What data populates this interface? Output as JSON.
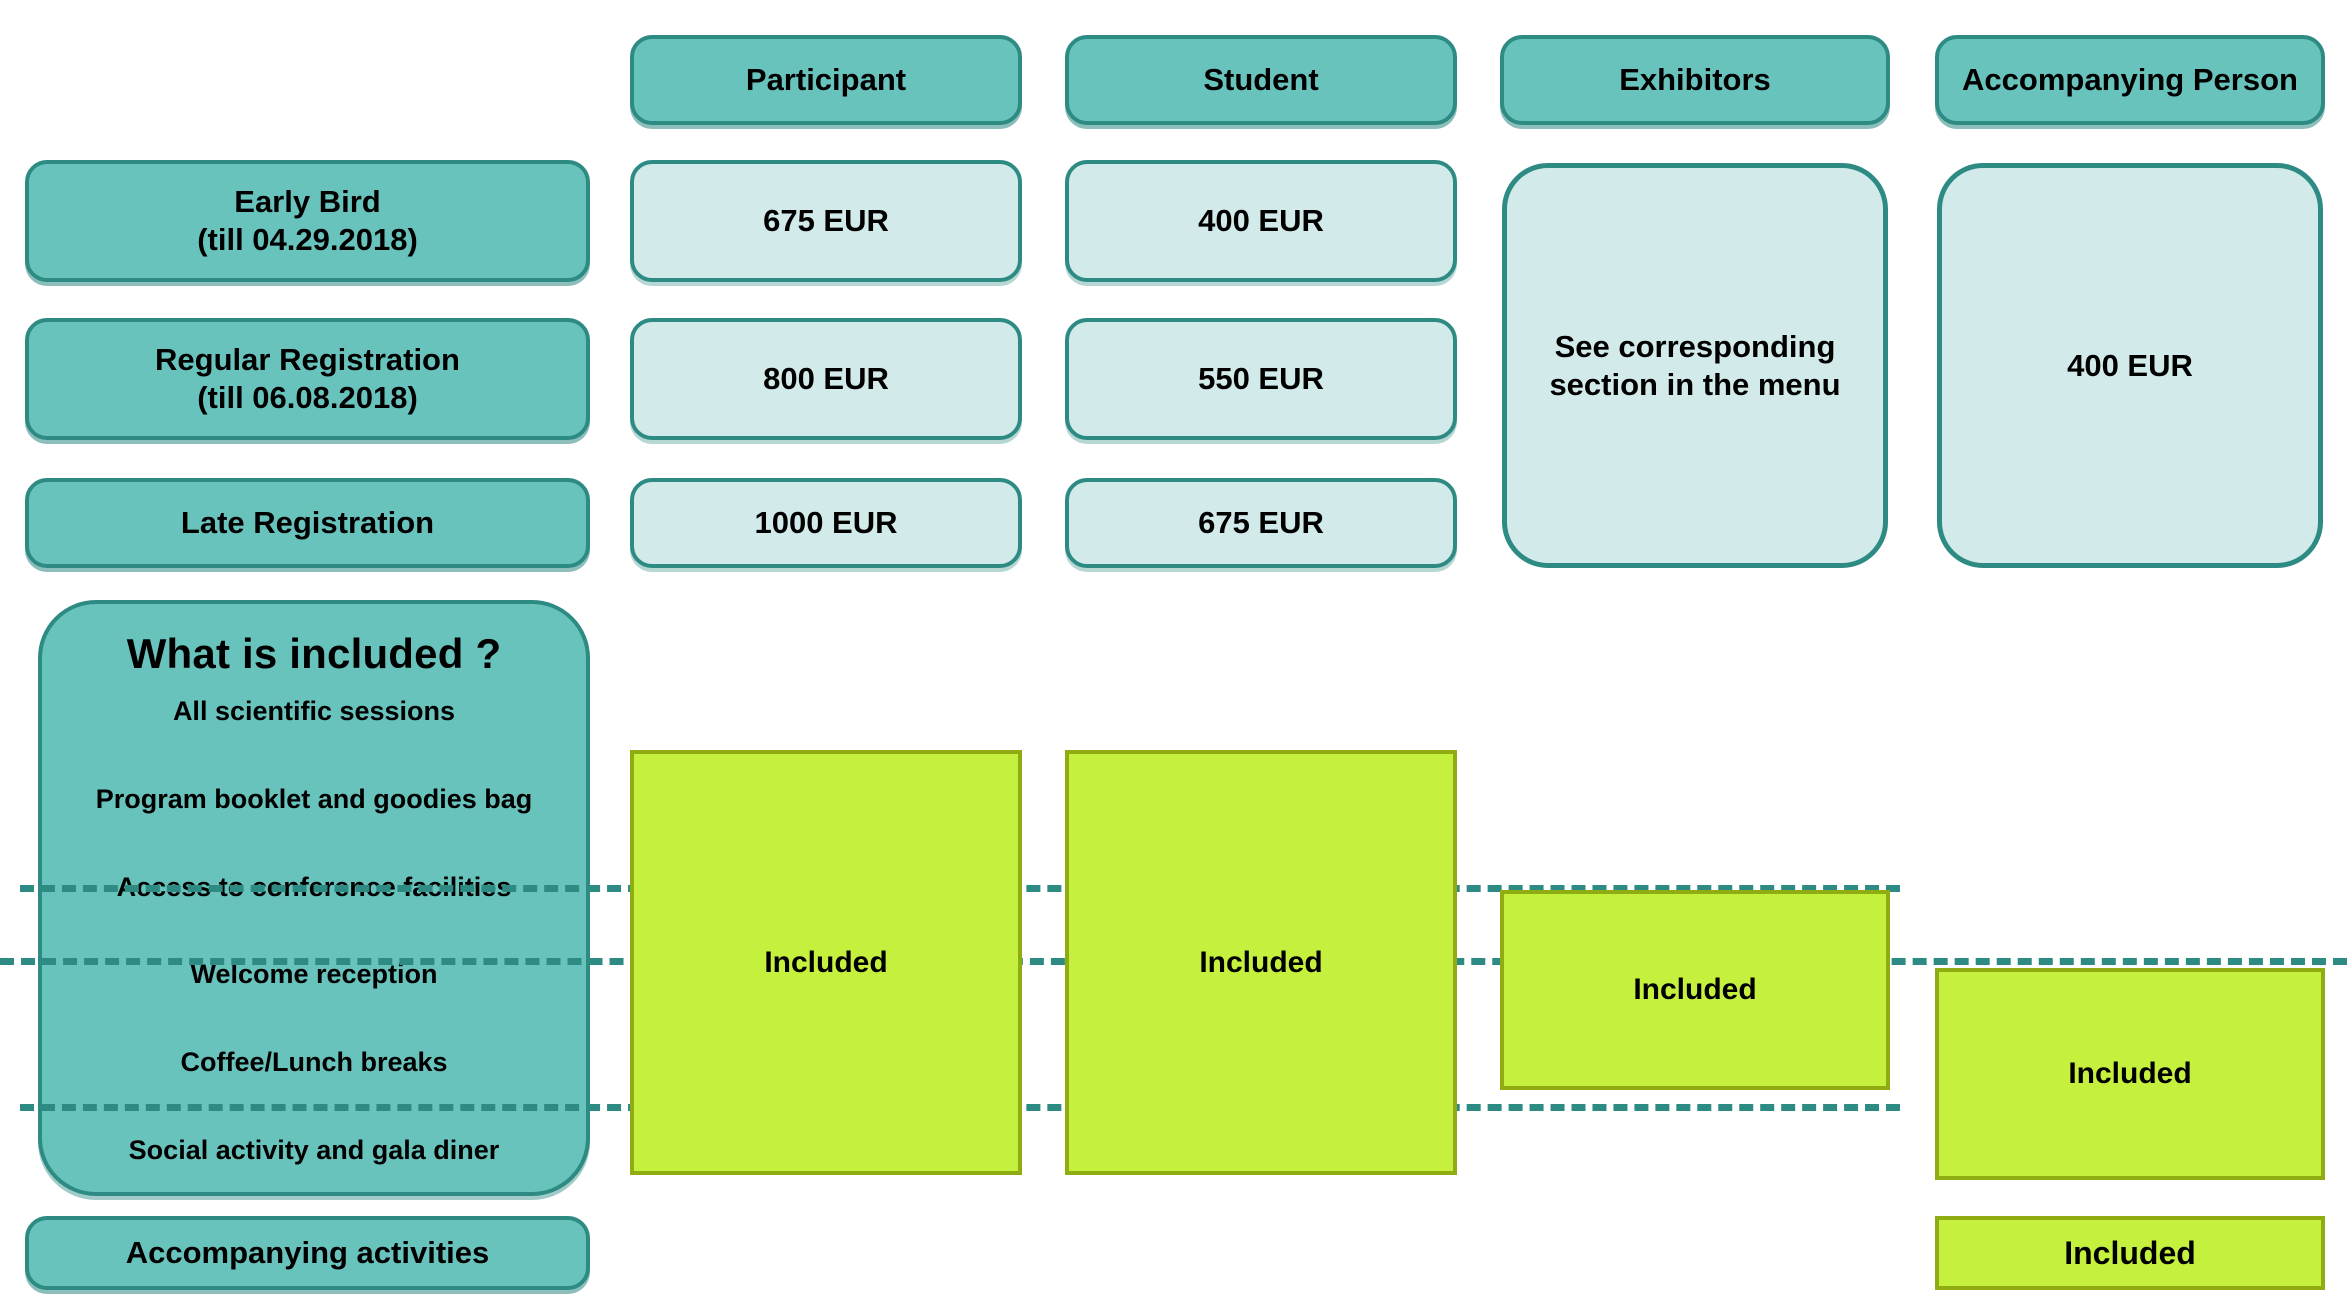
{
  "columns": [
    {
      "label": "Participant"
    },
    {
      "label": "Student"
    },
    {
      "label": "Exhibitors"
    },
    {
      "label": "Accompanying Person"
    }
  ],
  "rows": [
    {
      "label_line1": "Early Bird",
      "label_line2": "(till 04.29.2018)",
      "participant": "675 EUR",
      "student": "400 EUR"
    },
    {
      "label_line1": "Regular Registration",
      "label_line2": "(till 06.08.2018)",
      "participant": "800 EUR",
      "student": "550 EUR"
    },
    {
      "label_line1": "Late Registration",
      "label_line2": "",
      "participant": "1000 EUR",
      "student": "675 EUR"
    }
  ],
  "exhibitors_note_line1": "See corresponding",
  "exhibitors_note_line2": "section in the menu",
  "accompanying_price": "400 EUR",
  "included_panel": {
    "title": "What is included ?",
    "items": [
      "All scientific sessions",
      "Program booklet and goodies bag",
      "Access to conference facilities",
      "Welcome reception",
      "Coffee/Lunch breaks",
      "Social activity and gala diner"
    ]
  },
  "accompanying_activities_label": "Accompanying activities",
  "included_text": "Included",
  "included_blocks": {
    "participant": "Included",
    "student": "Included",
    "exhibitors": "Included",
    "accompanying": "Included",
    "accompanying_activities": "Included"
  },
  "colors": {
    "teal_fill": "#69c3bd",
    "teal_border": "#2e8b84",
    "cyan_fill": "#d2eaea",
    "green_fill": "#c6f03e",
    "green_border": "#8fad12",
    "background": "#ffffff",
    "text": "#000000"
  }
}
